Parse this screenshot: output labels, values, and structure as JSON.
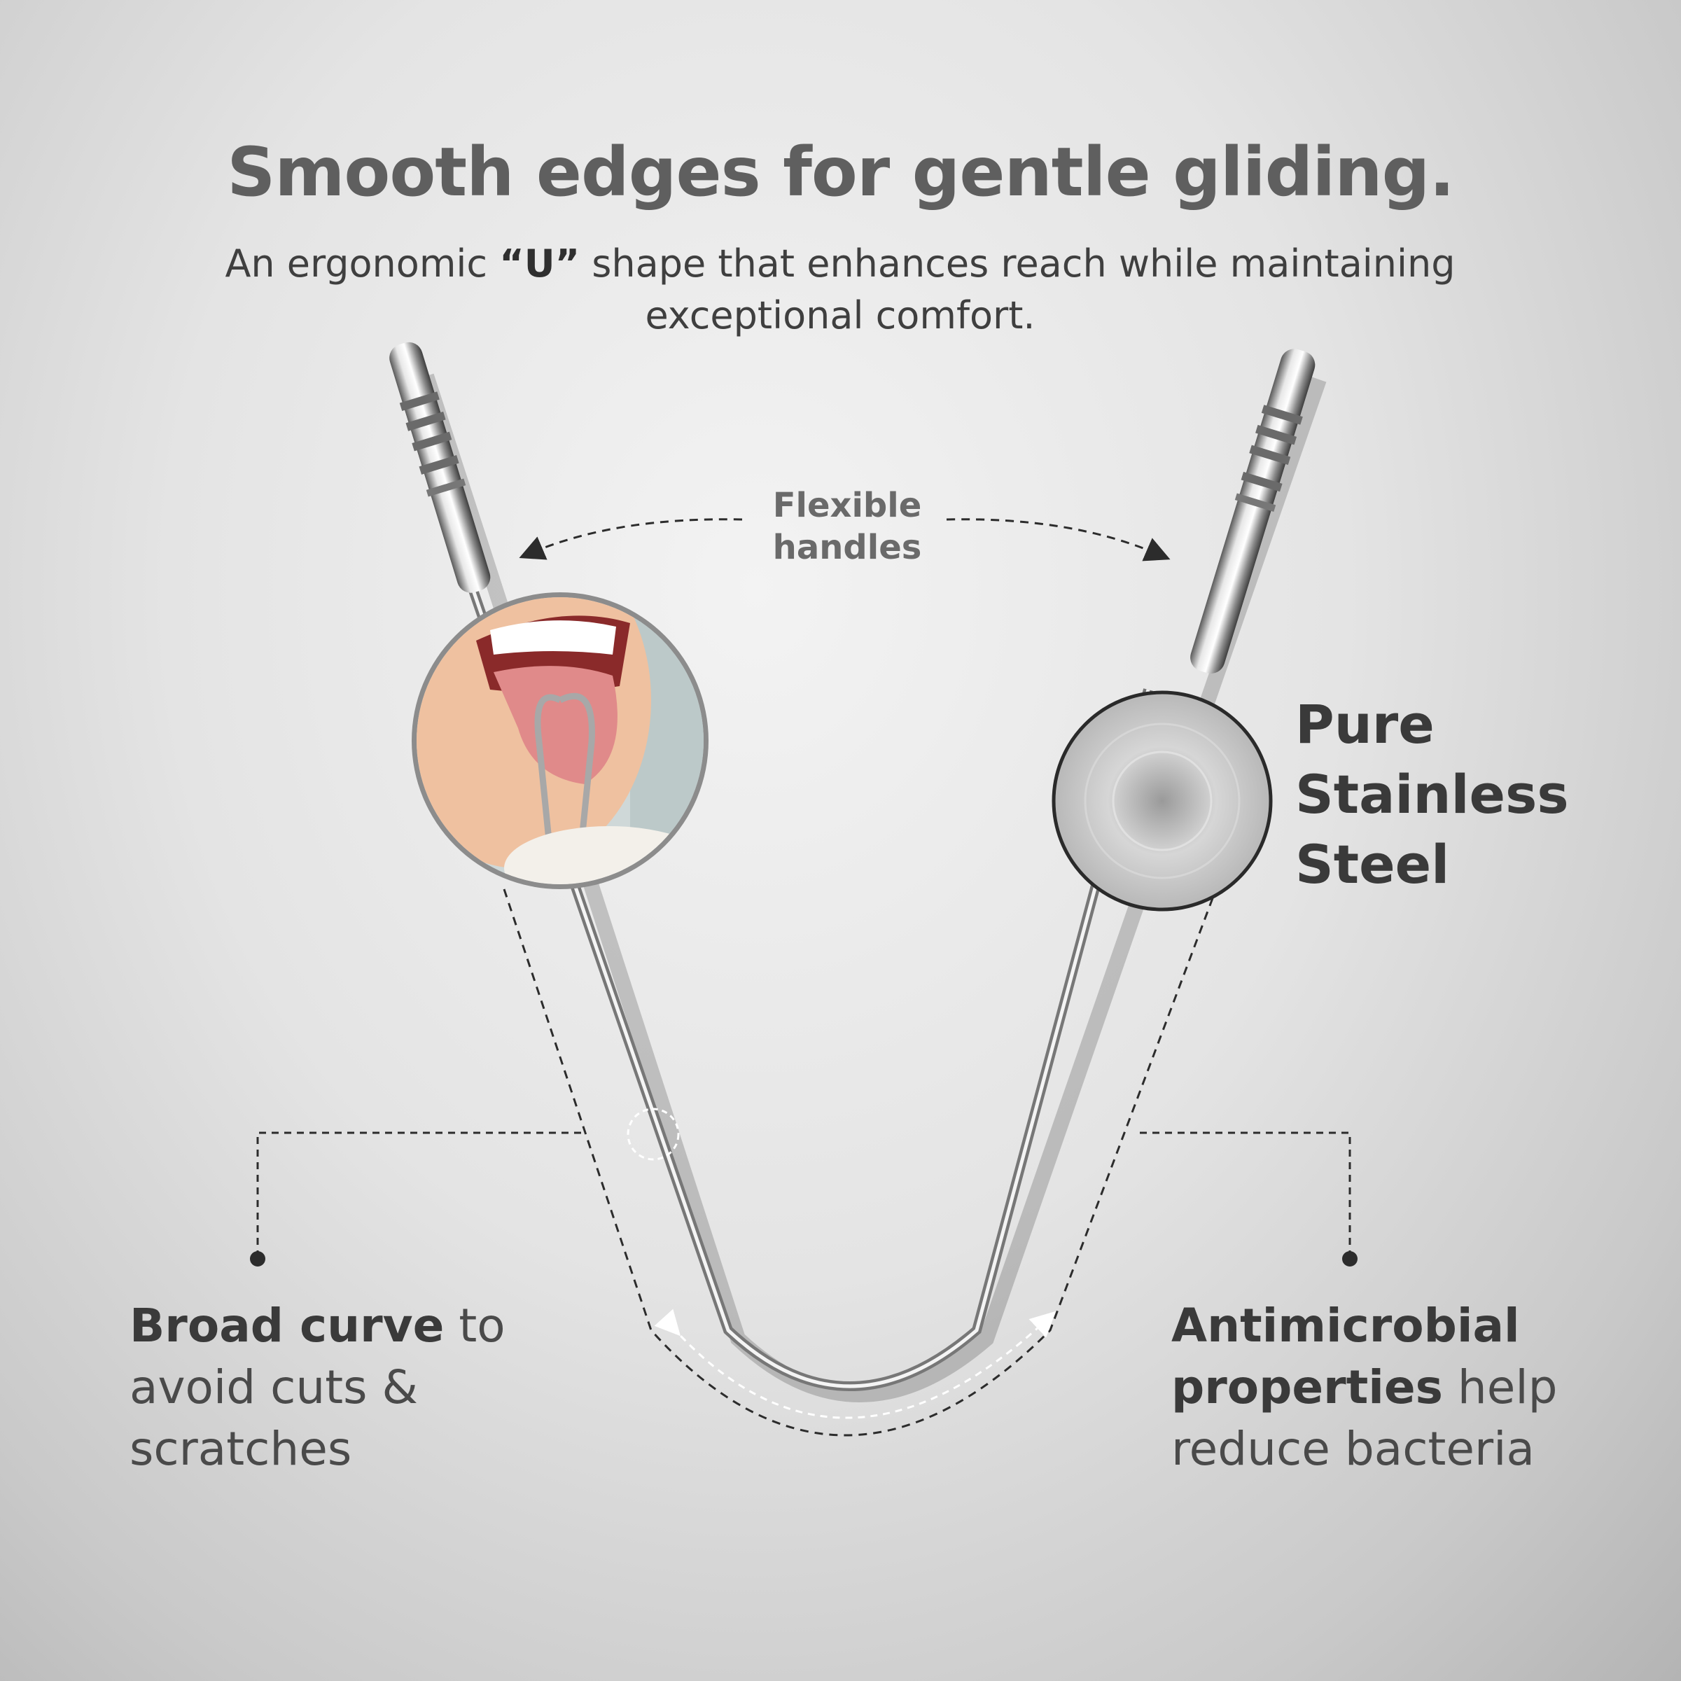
{
  "headline": "Smooth edges for gentle gliding.",
  "subhead": {
    "pre": "An ergonomic ",
    "bold": "“U”",
    "post": " shape that enhances reach while maintaining exceptional comfort."
  },
  "callouts": {
    "flexible": "Flexible handles",
    "steel": "Pure Stainless Steel",
    "curve": {
      "bold": "Broad curve",
      "rest": " to avoid cuts & scratches"
    },
    "antimicrobial": {
      "bold": "Antimicrobial properties",
      "rest": " help reduce bacteria"
    }
  },
  "colors": {
    "heading": "#5f5f5f",
    "text": "#3a3a3a",
    "line": "#2c2c2c"
  },
  "icons": [
    "tongue-cleaner-photo",
    "steel-disc-icon",
    "dashed-arrow"
  ]
}
